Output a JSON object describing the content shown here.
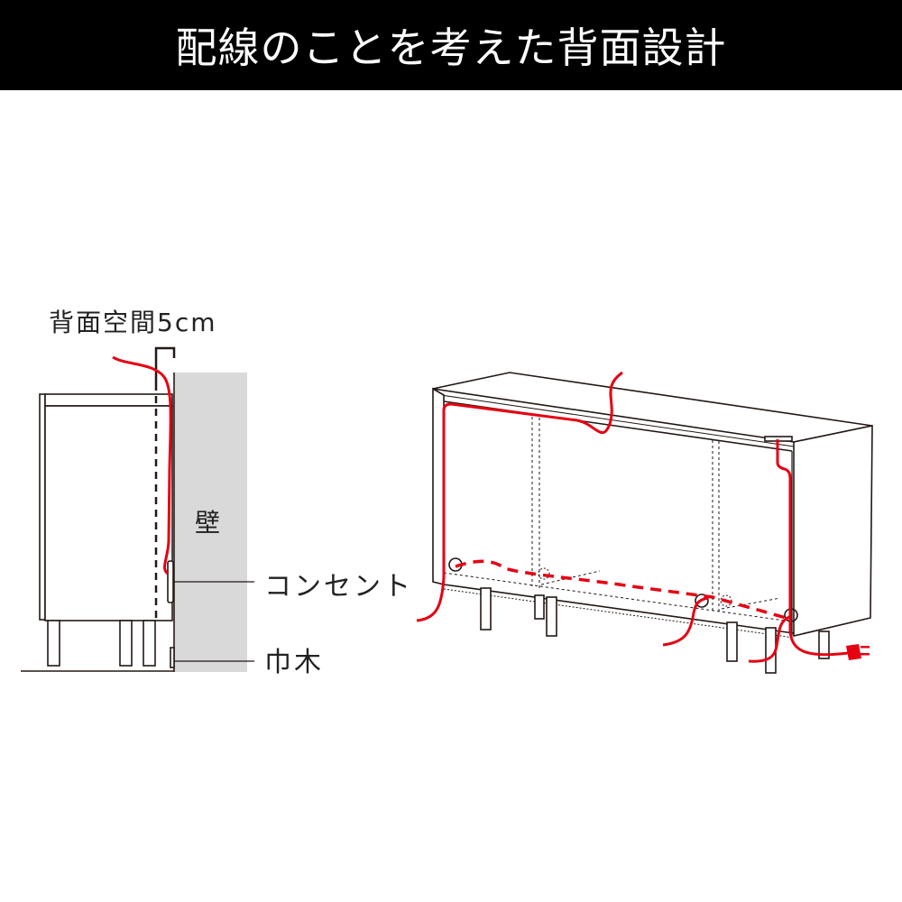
{
  "title": "配線のことを考えた背面設計",
  "side_view": {
    "gap_label": "背面空間5cm",
    "wall_label": "壁",
    "outlet_label": "コンセント",
    "baseboard_label": "巾木"
  },
  "colors": {
    "cable": "#e60012",
    "wall": "#d9d9d9",
    "line": "#231815",
    "title_bg": "#000000"
  }
}
